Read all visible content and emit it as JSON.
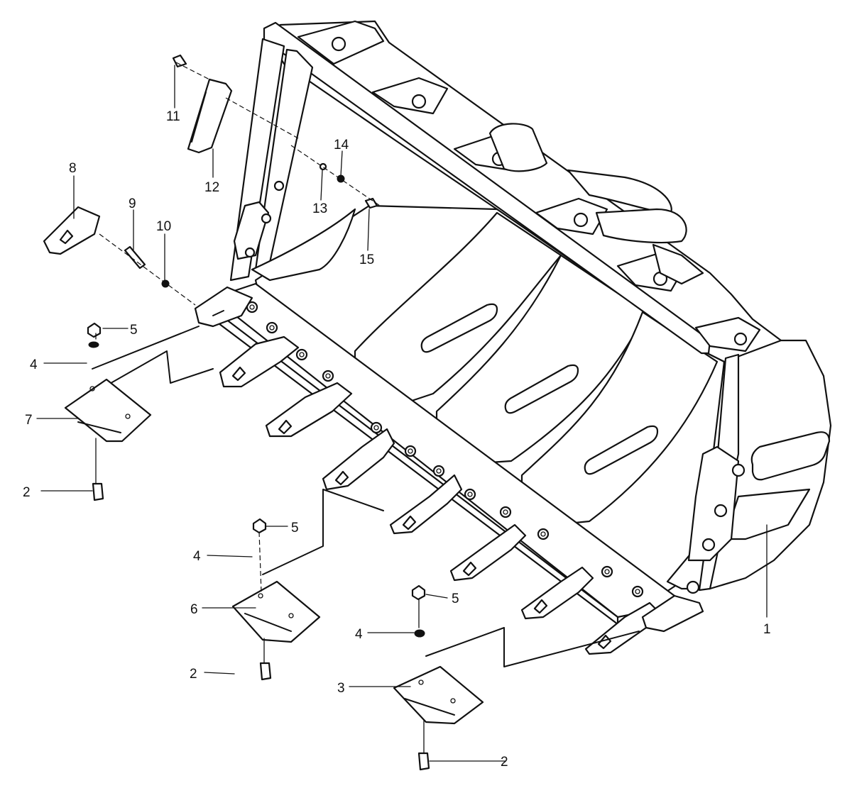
{
  "diagram": {
    "callouts": [
      "1",
      "2",
      "3",
      "4",
      "5",
      "6",
      "7",
      "8",
      "9",
      "10",
      "11",
      "12",
      "13",
      "14",
      "15"
    ],
    "colors": {
      "line": "#111111",
      "paper": "#ffffff"
    }
  }
}
